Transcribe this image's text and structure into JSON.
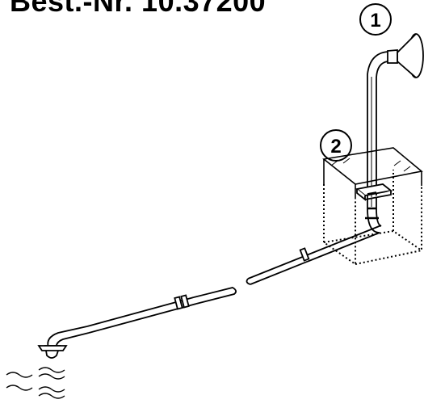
{
  "title": "Best.-Nr. 10.37200",
  "callouts": [
    {
      "label": "1"
    },
    {
      "label": "2"
    }
  ]
}
